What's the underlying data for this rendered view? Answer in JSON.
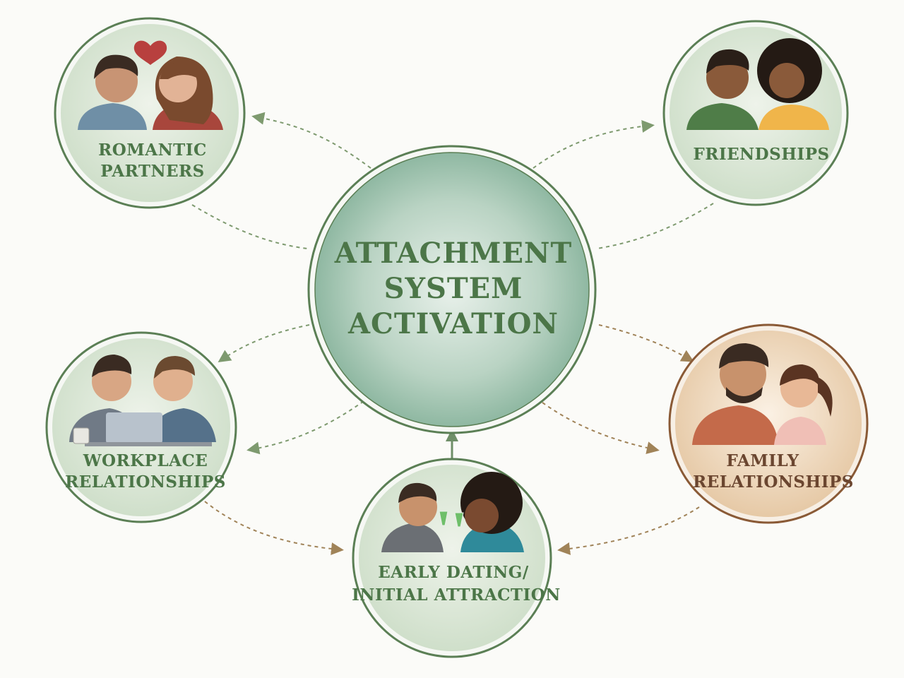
{
  "center": {
    "lines": [
      "ATTACHMENT",
      "SYSTEM",
      "ACTIVATION"
    ]
  },
  "nodes": {
    "romantic": {
      "lines": [
        "ROMANTIC",
        "PARTNERS"
      ],
      "icon": "couple-heart-icon"
    },
    "friendships": {
      "lines": [
        "FRIENDSHIPS"
      ],
      "icon": "friends-icon"
    },
    "workplace": {
      "lines": [
        "WORKPLACE",
        "RELATIONSHIPS"
      ],
      "icon": "coworkers-laptop-icon"
    },
    "family": {
      "lines": [
        "FAMILY",
        "RELATIONSHIPS"
      ],
      "icon": "parent-child-icon"
    },
    "dating": {
      "lines": [
        "EARLY DATING/",
        "INITIAL ATTRACTION"
      ],
      "icon": "toasting-couple-icon"
    }
  },
  "colors": {
    "green_text": "#4c7648",
    "green_ring": "#5b7f55",
    "brown_ring": "#8a5a36",
    "family_text": "#6b4630",
    "arrow_green": "#7e9a6f",
    "arrow_brown": "#a08358"
  }
}
